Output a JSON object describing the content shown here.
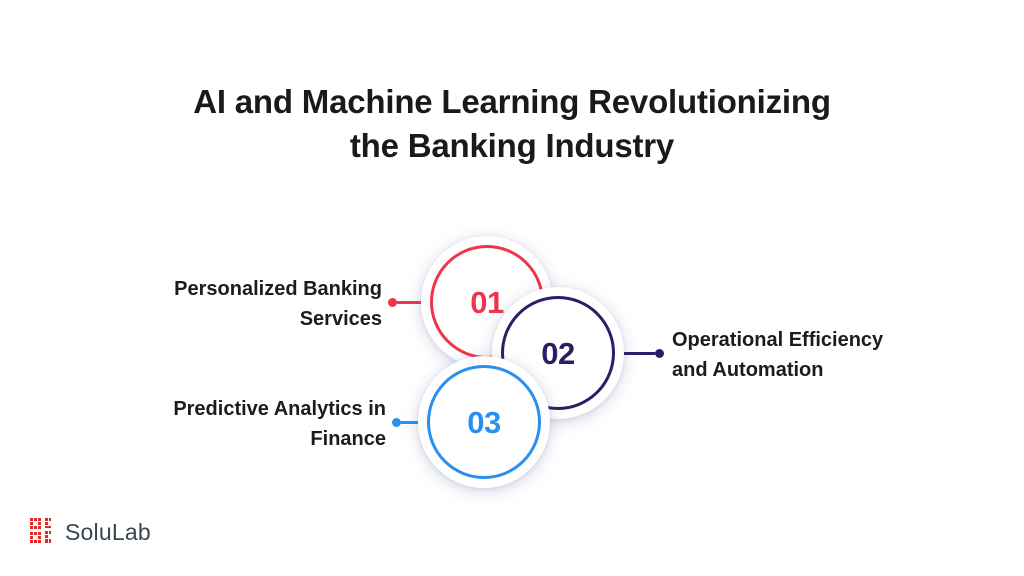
{
  "slide": {
    "background_color": "#FFFFFF",
    "title": {
      "line1": "AI and Machine Learning Revolutionizing",
      "line2": "the Banking Industry",
      "color": "#1A1A1A"
    }
  },
  "diagram": {
    "type": "numbered-circle-list",
    "nodes": [
      {
        "number": "01",
        "label_line1": "Personalized Banking",
        "label_line2": "Services",
        "color": "#F0344C",
        "label_side": "left"
      },
      {
        "number": "02",
        "label_line1": "Operational Efficiency",
        "label_line2": "and Automation",
        "color": "#2B1D66",
        "label_side": "right"
      },
      {
        "number": "03",
        "label_line1": "Predictive Analytics in",
        "label_line2": "Finance",
        "color": "#2B8FEE",
        "label_side": "left"
      }
    ]
  },
  "logo": {
    "name": "SoluLab",
    "mark_color": "#E02826",
    "text_color": "#37474F"
  }
}
